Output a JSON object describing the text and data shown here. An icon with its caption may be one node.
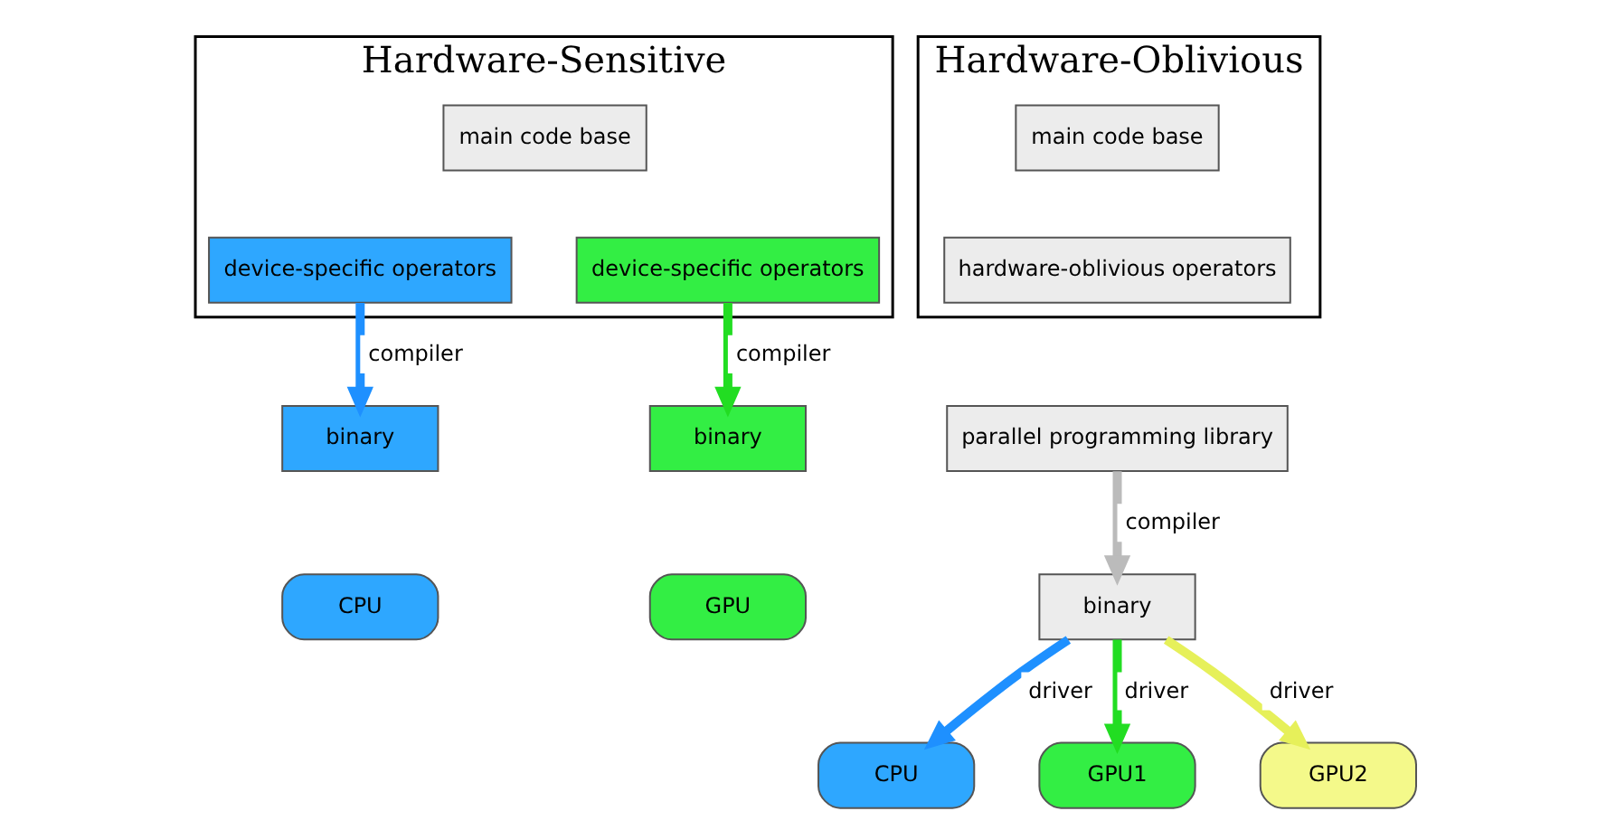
{
  "diagram": {
    "nodes": [
      {
        "text": [
          "Hardware-Sensitive"
        ]
      },
      {
        "text": [
          "main code base"
        ],
        "in": 0
      },
      {
        "text": [
          "device-specific operators"
        ],
        "in": 0
      },
      {
        "text": [
          "device-specific operators"
        ],
        "in": 0
      },
      {
        "text": [
          "binary"
        ]
      },
      {
        "text": [
          "binary"
        ]
      },
      {
        "text": [
          "CPU"
        ]
      },
      {
        "text": [
          "GPU"
        ]
      },
      {
        "text": [
          "Hardware-Oblivious"
        ]
      },
      {
        "text": [
          "main code base"
        ],
        "in": 8
      },
      {
        "text": [
          "hardware-oblivious operators"
        ],
        "in": 8
      },
      {
        "text": [
          "parallel programming library"
        ]
      },
      {
        "text": [
          "binary"
        ]
      },
      {
        "text": [
          "CPU"
        ]
      },
      {
        "text": [
          "GPU1"
        ]
      },
      {
        "text": [
          "GPU2"
        ]
      }
    ],
    "edges": [
      {
        "from": 2,
        "to": 4,
        "arrow": "to",
        "label": "compiler",
        "color": "#1e90ff"
      },
      {
        "from": 3,
        "to": 5,
        "arrow": "to",
        "label": "compiler",
        "color": "#22dd22"
      },
      {
        "from": 11,
        "to": 12,
        "arrow": "to",
        "label": "compiler",
        "color": "#bbbbbb"
      },
      {
        "from": 12,
        "to": 13,
        "arrow": "to",
        "label": "driver",
        "color": "#1e90ff"
      },
      {
        "from": 12,
        "to": 14,
        "arrow": "to",
        "label": "driver",
        "color": "#22dd22"
      },
      {
        "from": 12,
        "to": 15,
        "arrow": "to",
        "label": "driver",
        "color": "#e6f05a"
      }
    ]
  }
}
